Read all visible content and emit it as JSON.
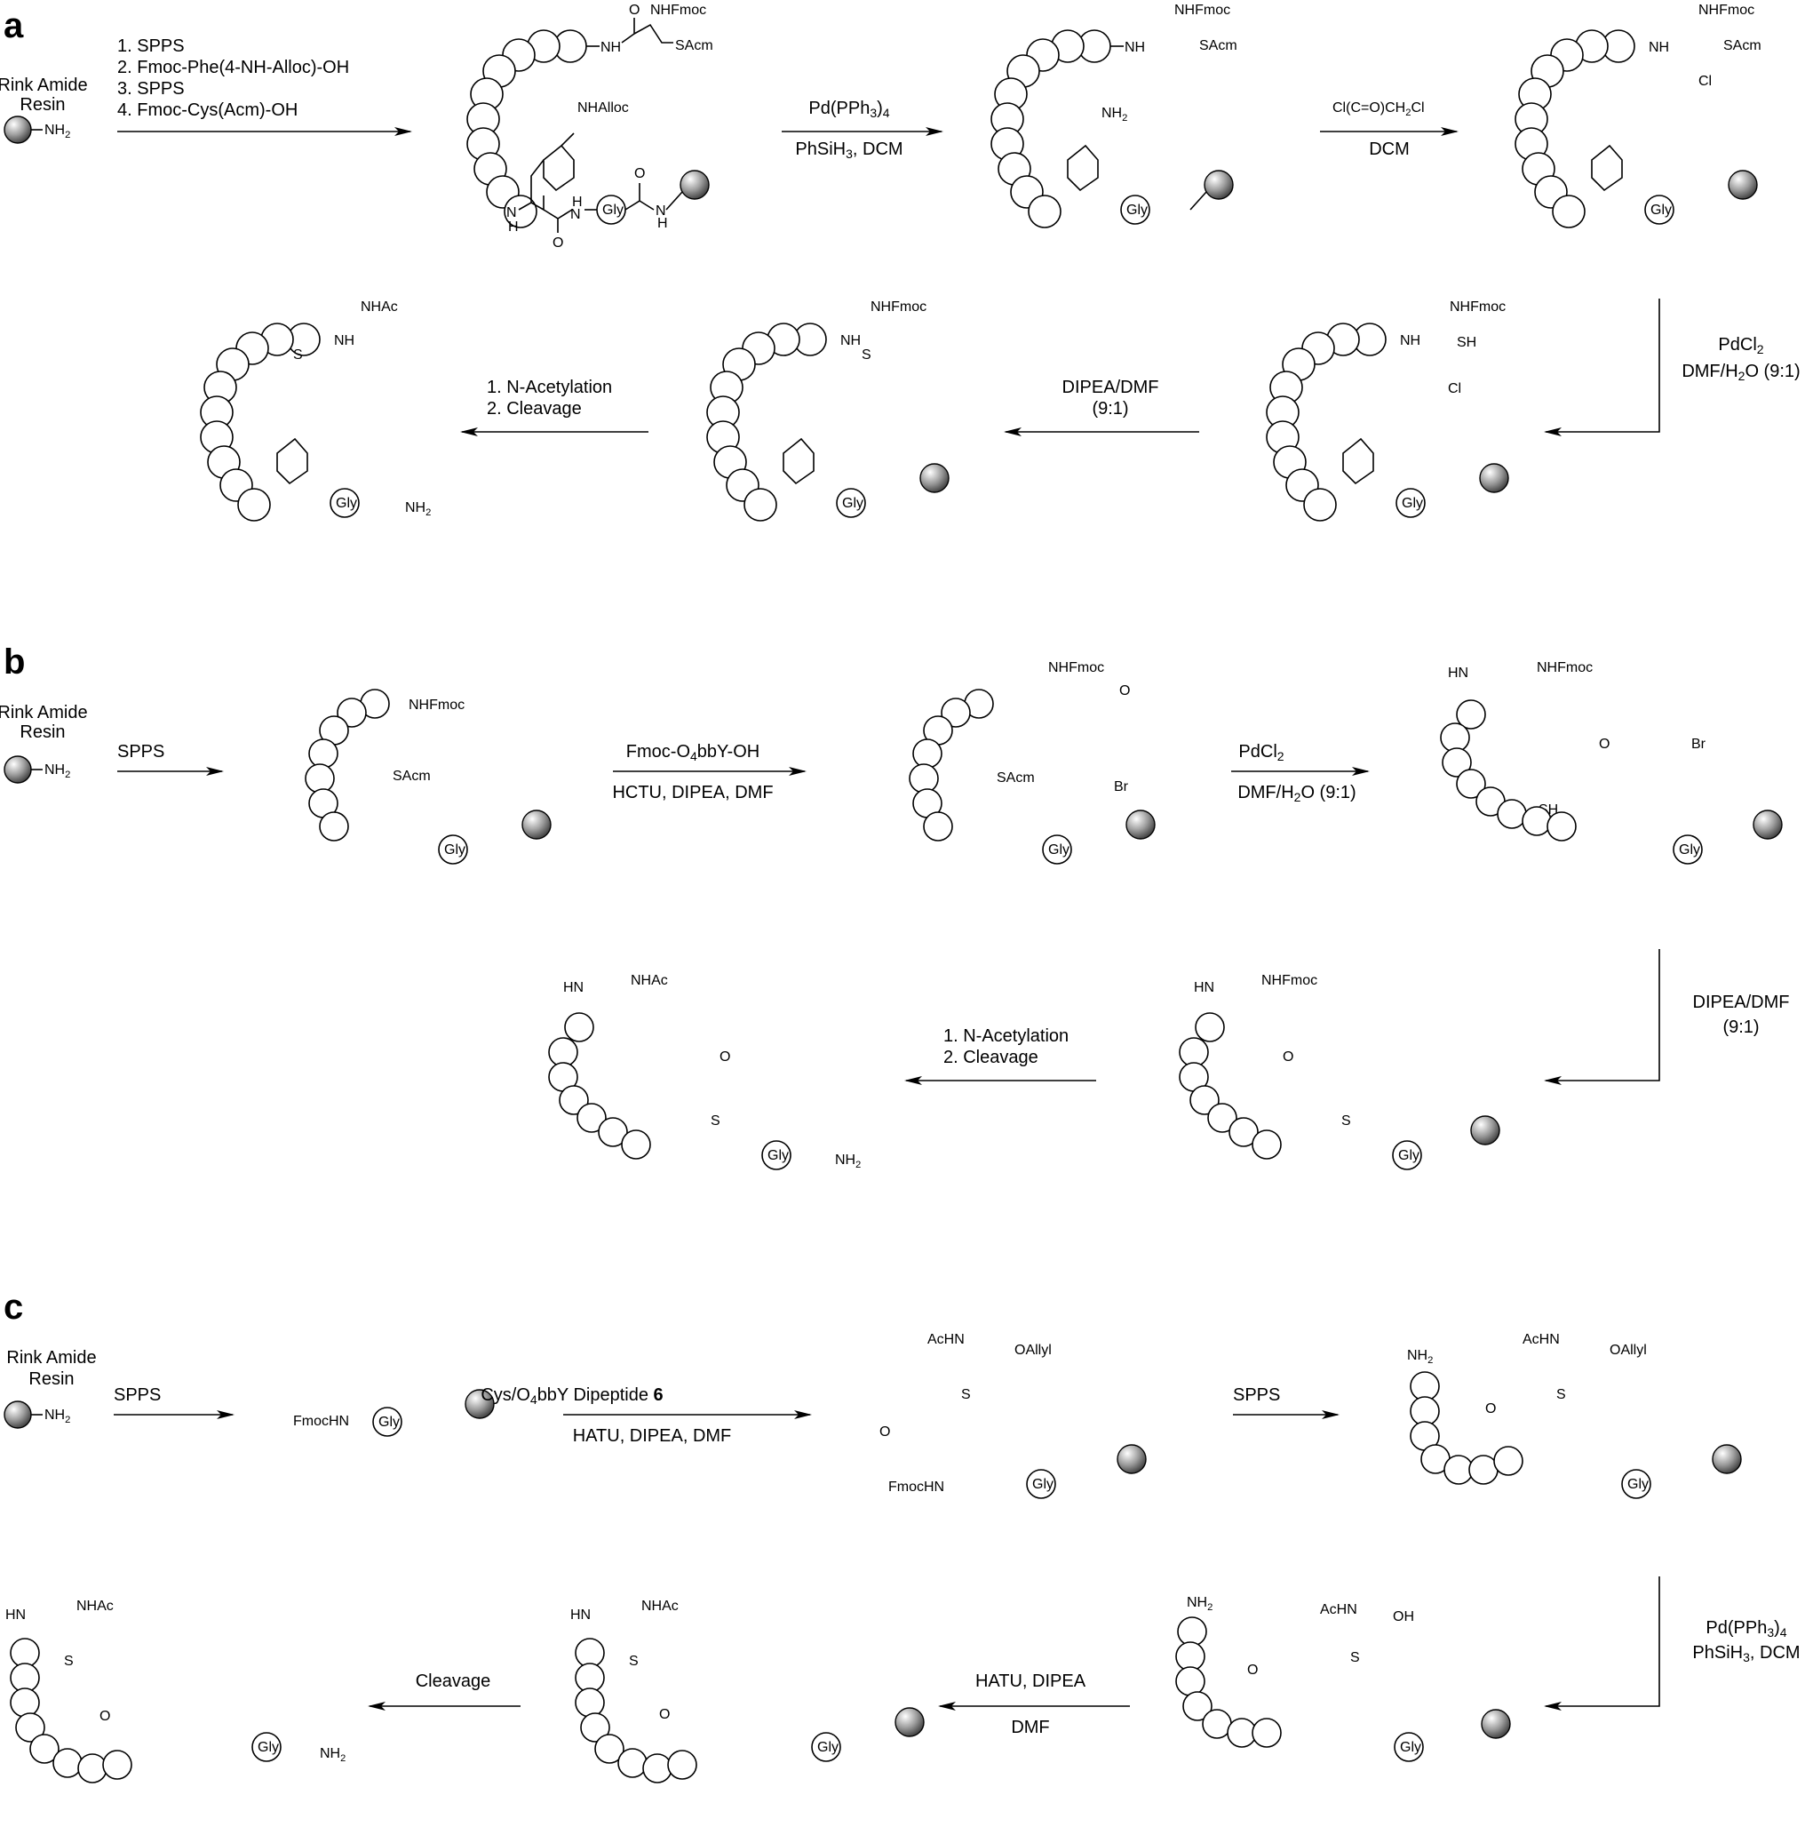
{
  "panels": [
    {
      "letter": "a",
      "start": {
        "label_line1": "Rink Amide",
        "label_line2": "Resin",
        "amine": "NH2"
      },
      "steps": [
        {
          "lines": [
            "1. SPPS",
            "2. Fmoc-Phe(4-NH-Alloc)-OH",
            "3. SPPS",
            "4. Fmoc-Cys(Acm)-OH"
          ]
        },
        {
          "above": "Pd(PPh3)4",
          "below": "PhSiH3, DCM"
        },
        {
          "above": "Cl(C=O)CH2Cl",
          "below": "DCM"
        },
        {
          "right_line1": "PdCl2",
          "right_line2": "DMF/H2O (9:1)"
        },
        {
          "above": "DIPEA/DMF",
          "below": "(9:1)"
        },
        {
          "above": "1. N-Acetylation",
          "below": "2. Cleavage"
        }
      ],
      "labels": {
        "nhfmoc": "NHFmoc",
        "sacm": "SAcm",
        "nhalloc": "NHAlloc",
        "nh2": "NH2",
        "cl": "Cl",
        "sh": "SH",
        "s": "S",
        "nhac": "NHAc",
        "gly": "Gly",
        "o": "O",
        "nh": "N",
        "h": "H"
      }
    },
    {
      "letter": "b",
      "start": {
        "label_line1": "Rink Amide",
        "label_line2": "Resin",
        "amine": "NH2"
      },
      "steps": [
        {
          "above": "SPPS"
        },
        {
          "above": "Fmoc-O4bbY-OH",
          "below": "HCTU, DIPEA, DMF"
        },
        {
          "above": "PdCl2",
          "below": "DMF/H2O (9:1)"
        },
        {
          "right_line1": "DIPEA/DMF",
          "right_line2": "(9:1)"
        },
        {
          "above": "1. N-Acetylation",
          "below": "2. Cleavage"
        }
      ],
      "labels": {
        "nhfmoc": "NHFmoc",
        "sacm": "SAcm",
        "br": "Br",
        "sh": "SH",
        "hn": "HN",
        "nhac": "NHAc",
        "s": "S",
        "o": "O",
        "gly": "Gly"
      }
    },
    {
      "letter": "c",
      "start": {
        "label_line1": "Rink Amide",
        "label_line2": "Resin",
        "amine": "NH2"
      },
      "steps": [
        {
          "above": "SPPS"
        },
        {
          "above_plain": "Cys/O4bbY Dipeptide ",
          "above_bold": "6",
          "below": "HATU, DIPEA, DMF"
        },
        {
          "above": "SPPS"
        },
        {
          "right_line1": "Pd(PPh3)4",
          "right_line2": "PhSiH3, DCM"
        },
        {
          "above": "HATU, DIPEA",
          "below": "DMF"
        },
        {
          "above": "Cleavage"
        }
      ],
      "labels": {
        "fmochn": "FmocHN",
        "achn": "AcHN",
        "oallyl": "OAllyl",
        "oh": "OH",
        "nh2": "NH2",
        "nhac": "NHAc",
        "hn": "HN",
        "s": "S",
        "o": "O",
        "gly": "Gly"
      }
    }
  ]
}
